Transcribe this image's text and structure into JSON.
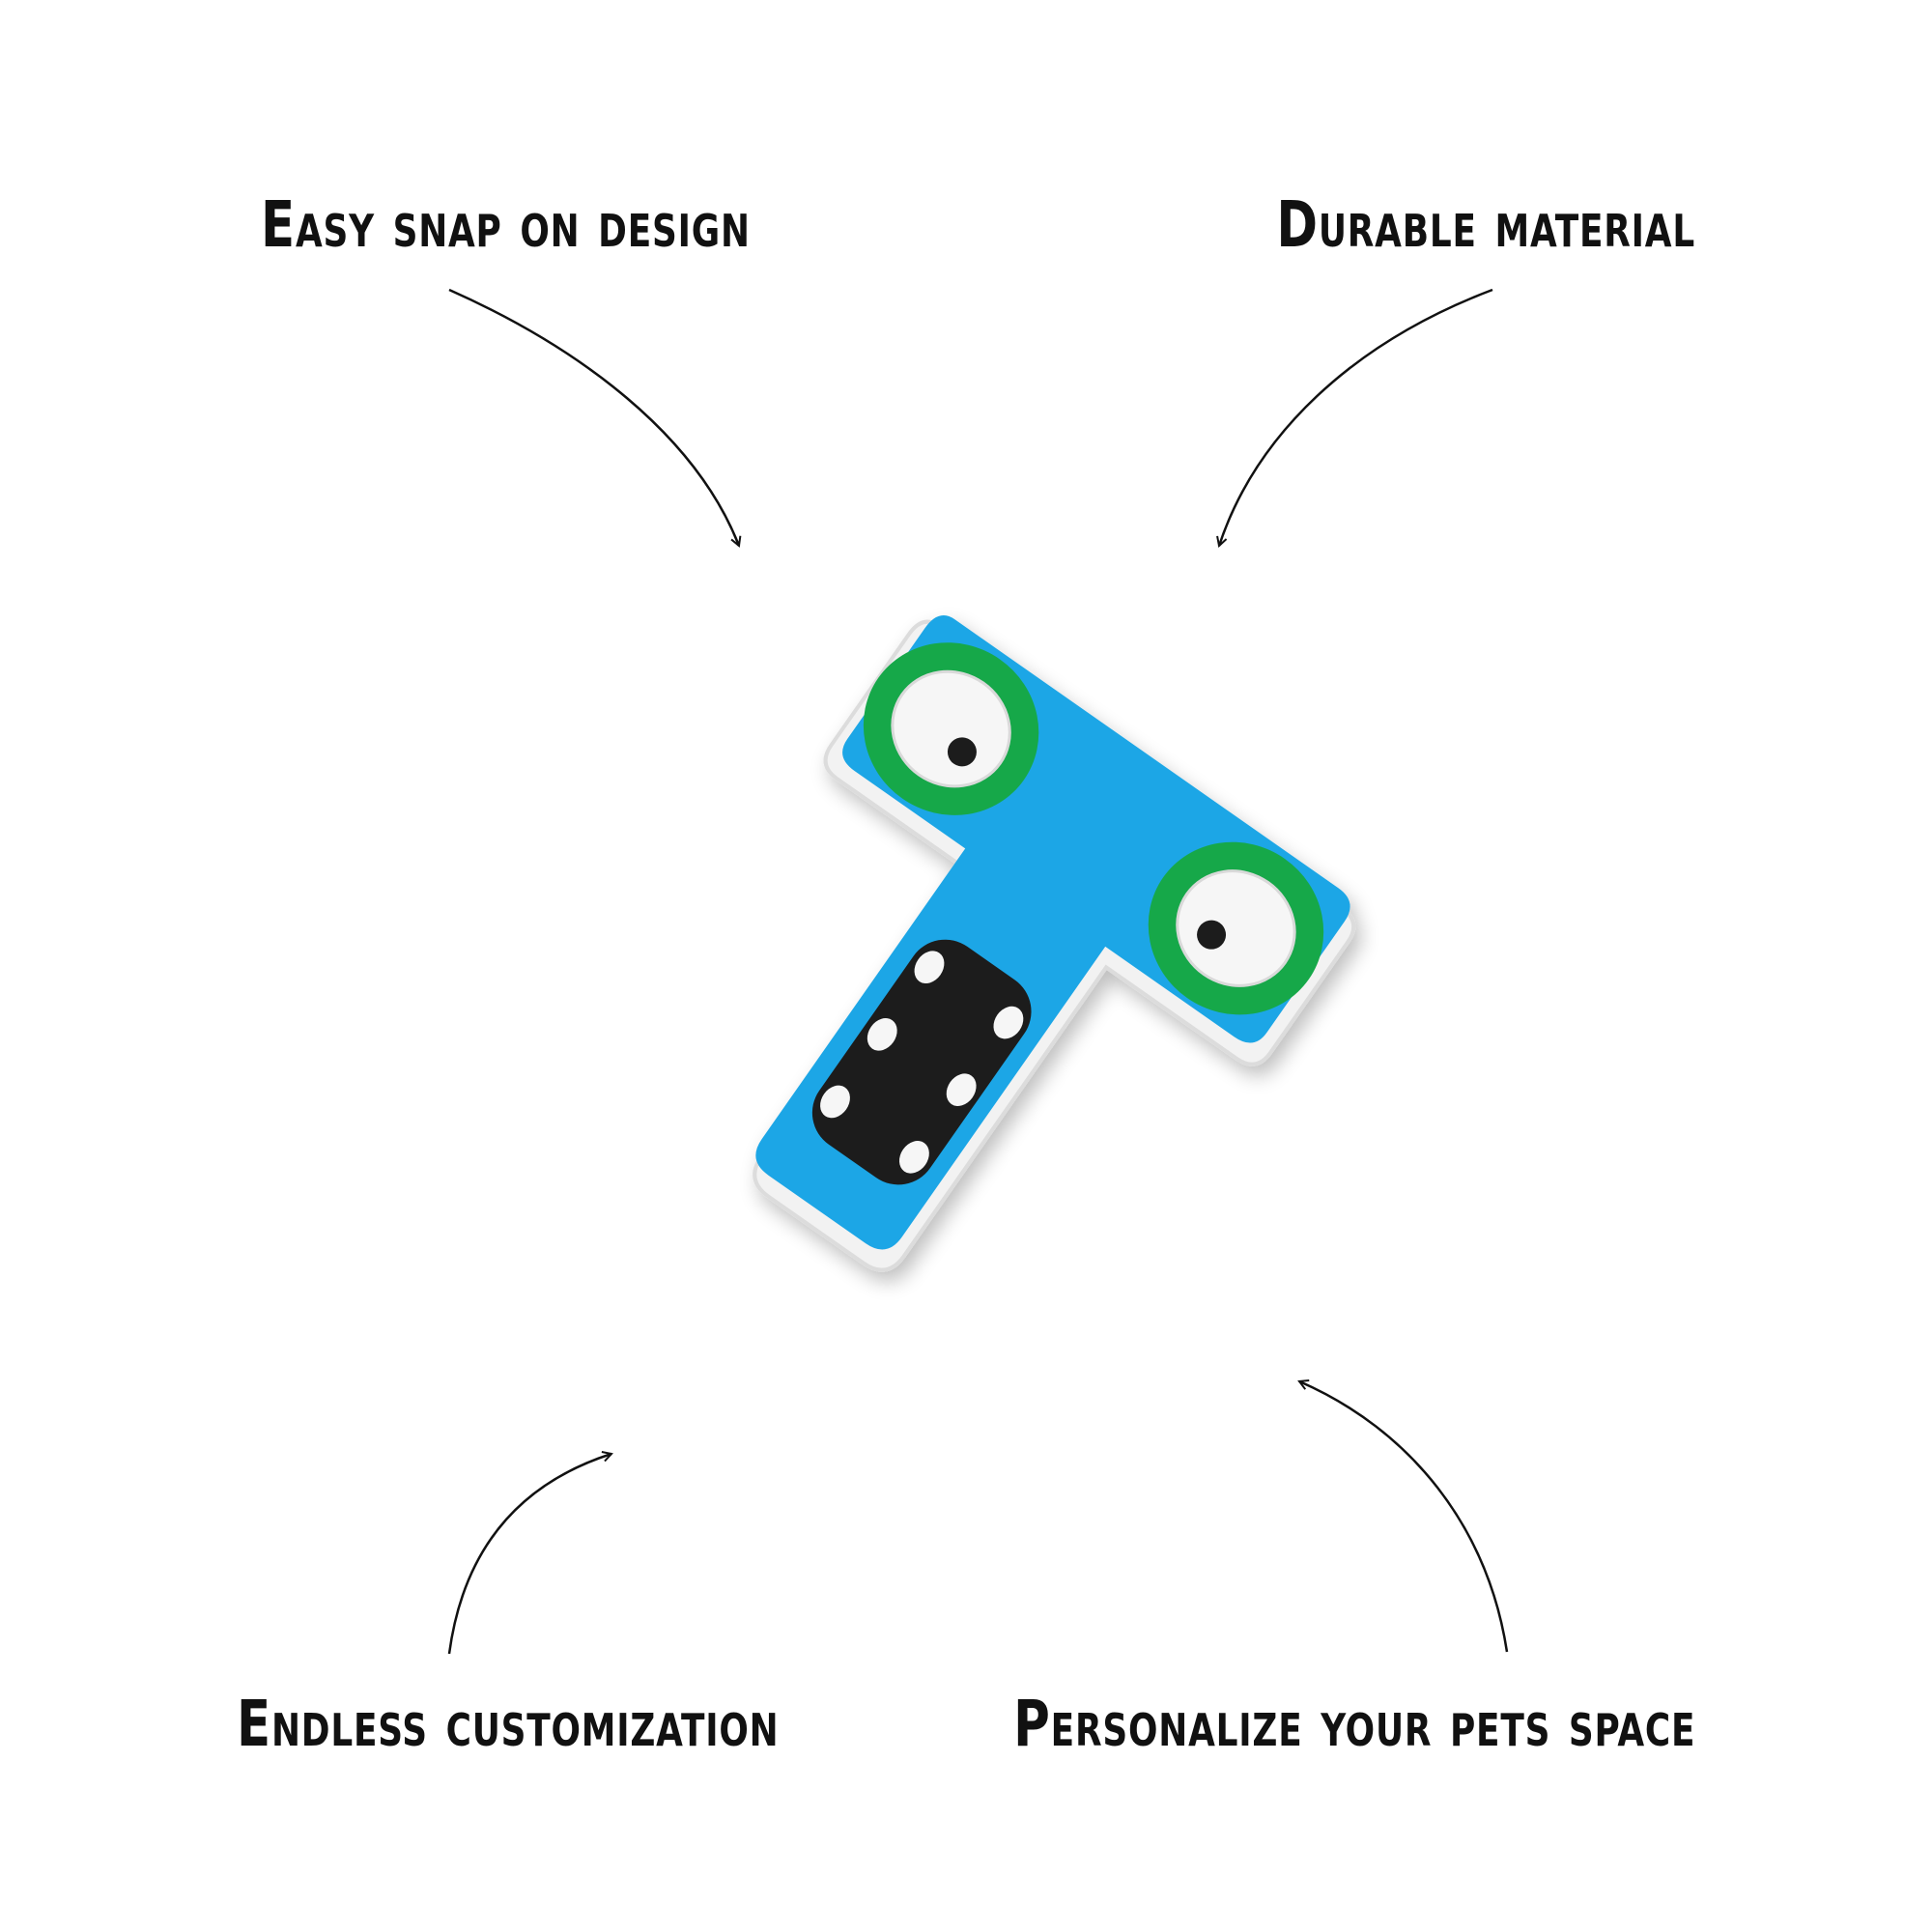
{
  "features": {
    "top_left": "Easy snap on design",
    "top_right": "Durable material",
    "bottom_left": "Endless customization",
    "bottom_right": "Personalize your pets space"
  },
  "colors": {
    "background": "#ffffff",
    "text": "#111111",
    "charm_blue": "#1ea6e6",
    "charm_green": "#16a84a",
    "charm_black": "#1c1c1c",
    "charm_white": "#f6f6f6",
    "arrow": "#111111"
  },
  "product": {
    "icon": "letter-t-monster-charm"
  }
}
